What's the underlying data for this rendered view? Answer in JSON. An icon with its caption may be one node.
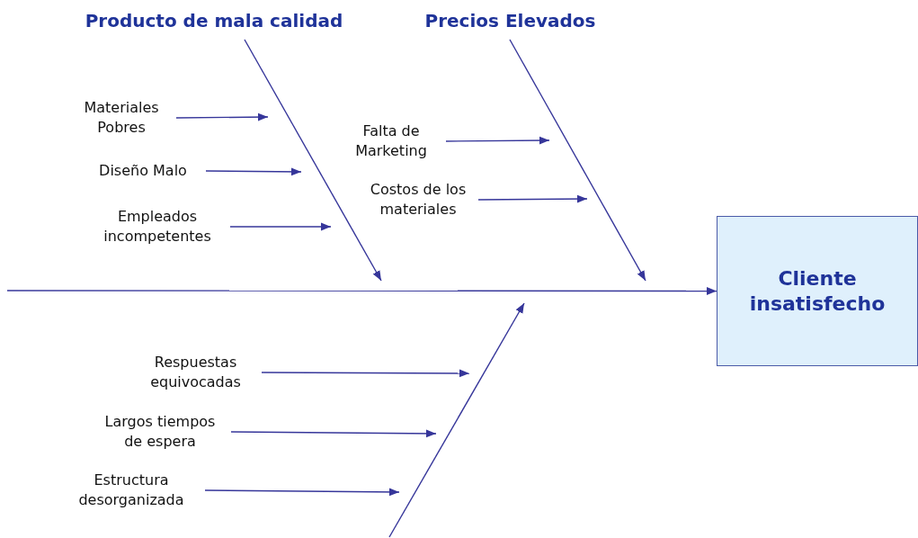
{
  "diagram": {
    "nodes": [
      {
        "text": [
          "Producto de mala calidad"
        ]
      },
      {
        "text": [
          "Precios Elevados"
        ]
      },
      {
        "text": [
          "Cliente insatisfecho"
        ]
      },
      {
        "text": [
          "Materiales Pobres"
        ]
      },
      {
        "text": [
          "Diseño Malo"
        ]
      },
      {
        "text": [
          "Empleados incompetentes"
        ]
      },
      {
        "text": [
          "Falta de Marketing"
        ]
      },
      {
        "text": [
          "Costos de los materiales"
        ]
      },
      {
        "text": [
          "Respuestas equivocadas"
        ]
      },
      {
        "text": [
          "Largos tiempos de espera"
        ]
      },
      {
        "text": [
          "Estructura desorganizada"
        ]
      }
    ],
    "edges": [
      {
        "from": null,
        "to": 2,
        "arrow": "to"
      },
      {
        "from": 0,
        "to": null,
        "arrow": "to"
      },
      {
        "from": 1,
        "to": null,
        "arrow": "to"
      },
      {
        "from": 3,
        "to": null,
        "arrow": "to"
      },
      {
        "from": 4,
        "to": null,
        "arrow": "to"
      },
      {
        "from": 5,
        "to": null,
        "arrow": "to"
      },
      {
        "from": 6,
        "to": null,
        "arrow": "to"
      },
      {
        "from": 7,
        "to": null,
        "arrow": "to"
      },
      {
        "from": 8,
        "to": null,
        "arrow": "to"
      },
      {
        "from": 9,
        "to": null,
        "arrow": "to"
      },
      {
        "from": 10,
        "to": null,
        "arrow": "to"
      }
    ]
  }
}
